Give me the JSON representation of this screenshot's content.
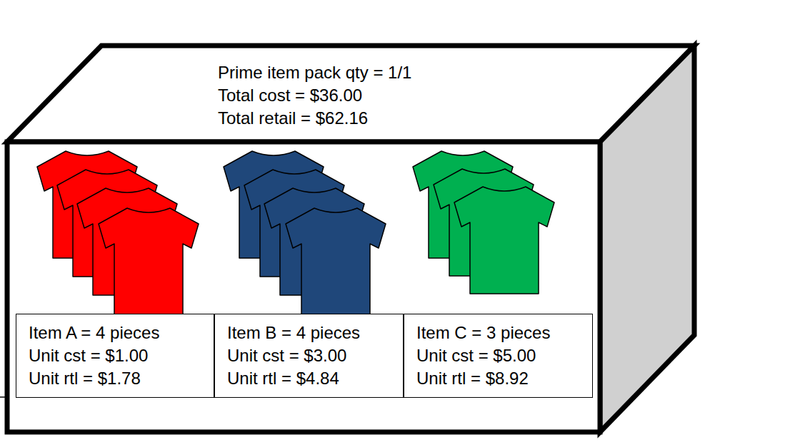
{
  "diagram": {
    "nodes": [
      {
        "text": [
          "Prime item pack qty = 1/1",
          "Total cost = $36.00",
          "Total retail = $62.16"
        ]
      },
      {
        "text": [
          "Item A = 4 pieces",
          "Unit cst = $1.00",
          "Unit rtl = $1.78"
        ],
        "in": 0
      },
      {
        "text": [
          "Item B = 4 pieces",
          "Unit cst = $3.00",
          "Unit rtl = $4.84"
        ],
        "in": 0
      },
      {
        "text": [
          "Item C = 3 pieces",
          "Unit cst = $5.00",
          "Unit rtl = $8.92"
        ],
        "in": 0
      }
    ]
  }
}
